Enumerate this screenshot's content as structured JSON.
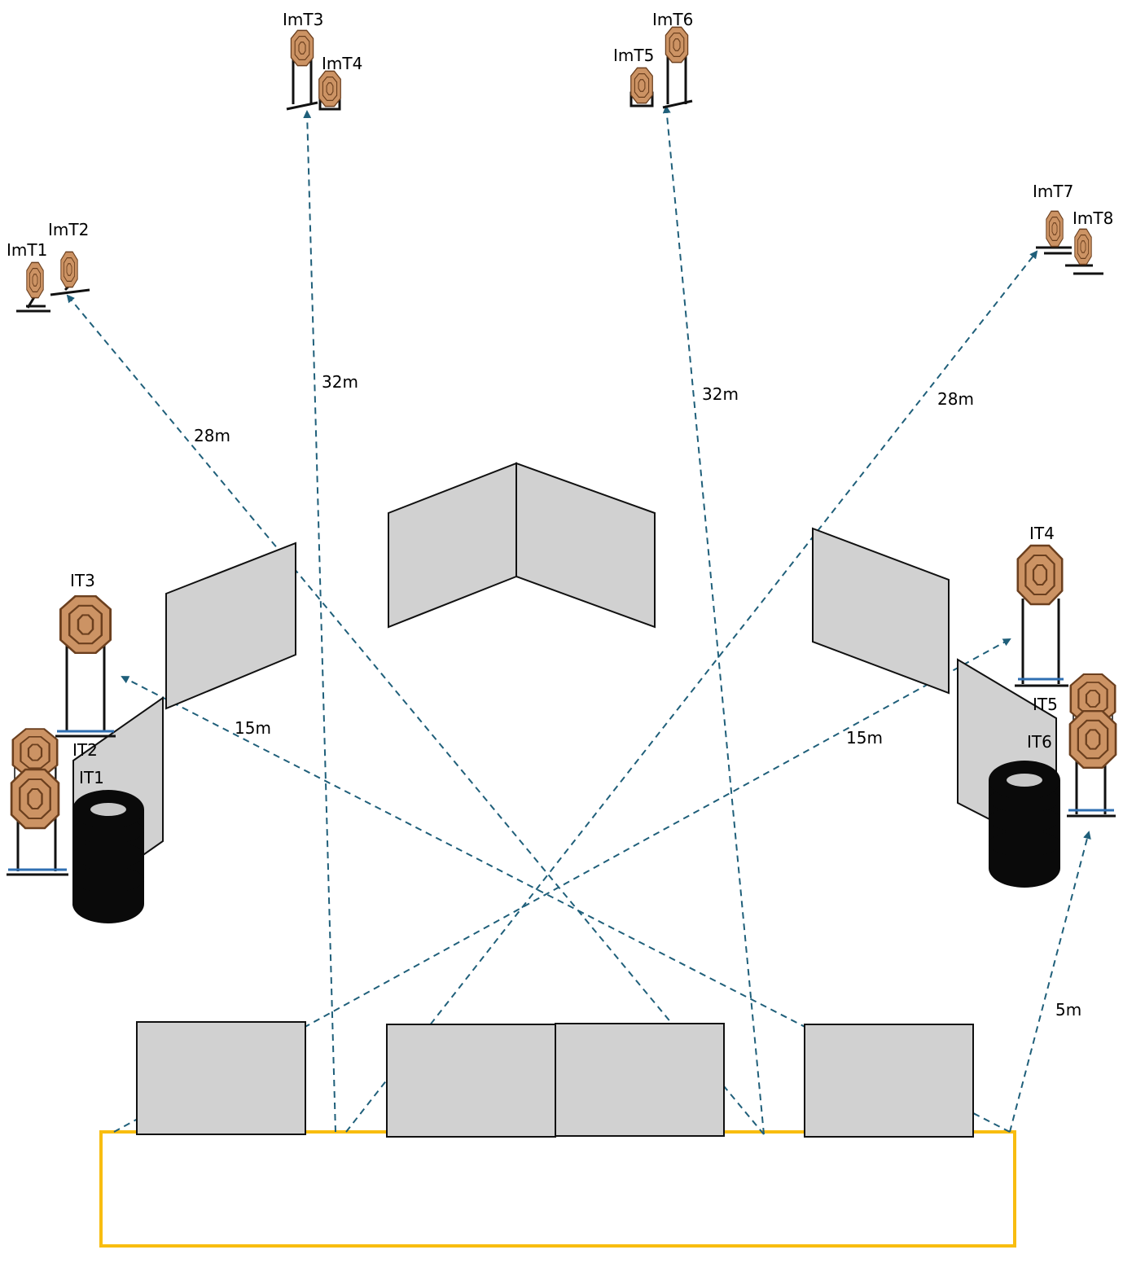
{
  "colors": {
    "background": "#ffffff",
    "path": "#1f5f7a",
    "wall_fill": "#d1d1d1",
    "outline": "#111111",
    "shooting_box": "#f8bd10",
    "target_fill": "#cc9364",
    "target_ring": "#6b3f1e",
    "stand": "#111111",
    "base_accent": "#2f6fb2",
    "tire": "#0a0a0a",
    "tire_hole": "#c8c8c8"
  },
  "icons": {
    "target": "octagon-silhouette-target-icon",
    "stand": "target-stand-icon",
    "tire": "stacked-tires-icon",
    "wall": "barricade-panel-icon",
    "arrow": "dashed-arrow-icon"
  },
  "targets": {
    "imt1": "ImT1",
    "imt2": "ImT2",
    "imt3": "ImT3",
    "imt4": "ImT4",
    "imt5": "ImT5",
    "imt6": "ImT6",
    "imt7": "ImT7",
    "imt8": "ImT8",
    "it1": "IT1",
    "it2": "IT2",
    "it3": "IT3",
    "it4": "IT4",
    "it5": "IT5",
    "it6": "IT6"
  },
  "distances": {
    "left_far": "28m",
    "center_left": "32m",
    "center_right": "32m",
    "right_far": "28m",
    "left_close": "15m",
    "right_close": "15m",
    "right_near": "5m"
  }
}
